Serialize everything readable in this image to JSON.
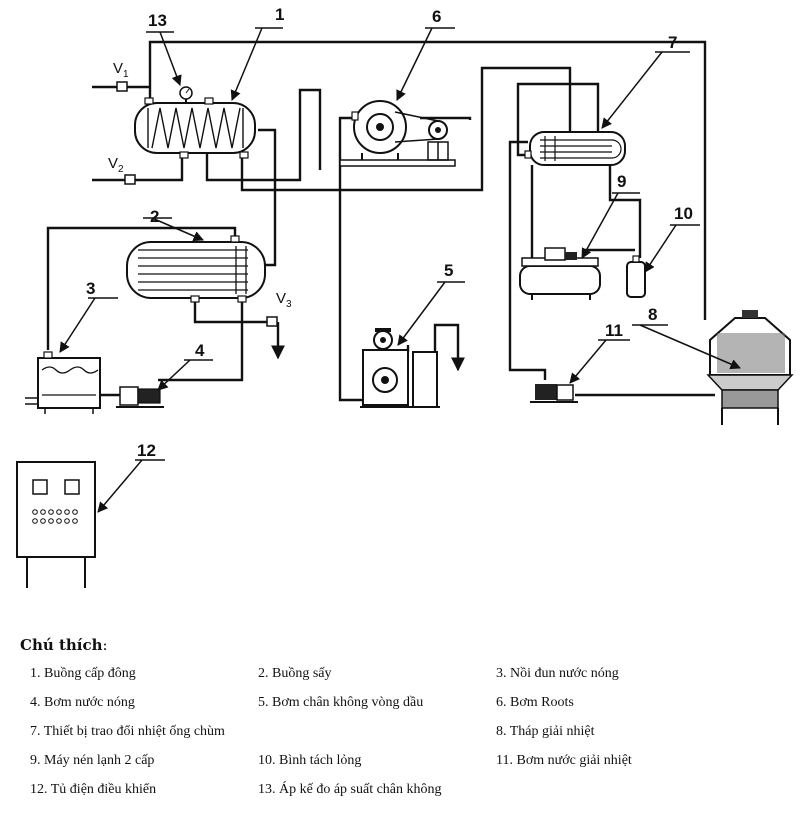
{
  "diagram": {
    "component_numbers": [
      "1",
      "2",
      "3",
      "4",
      "5",
      "6",
      "7",
      "8",
      "9",
      "10",
      "11",
      "12",
      "13"
    ],
    "valves": [
      {
        "letter": "V",
        "sub": "1"
      },
      {
        "letter": "V",
        "sub": "2"
      },
      {
        "letter": "V",
        "sub": "3"
      }
    ]
  },
  "legend": {
    "title": "Chú thích",
    "title_suffix": ":",
    "items": [
      "1. Buồng cấp đông",
      "2. Buồng sấy",
      "3. Nồi đun nước nóng",
      "4. Bơm nước nóng",
      "5. Bơm chân không vòng dầu",
      "6. Bơm Roots",
      "7. Thiết bị trao đổi nhiệt ống chùm",
      "8. Tháp giải nhiệt",
      "9. Máy nén lạnh 2 cấp",
      "10. Bình tách lỏng",
      "11. Bơm nước giải nhiệt",
      "12. Tủ điện điều khiển",
      "13. Áp kế đo áp suất chân không"
    ]
  }
}
